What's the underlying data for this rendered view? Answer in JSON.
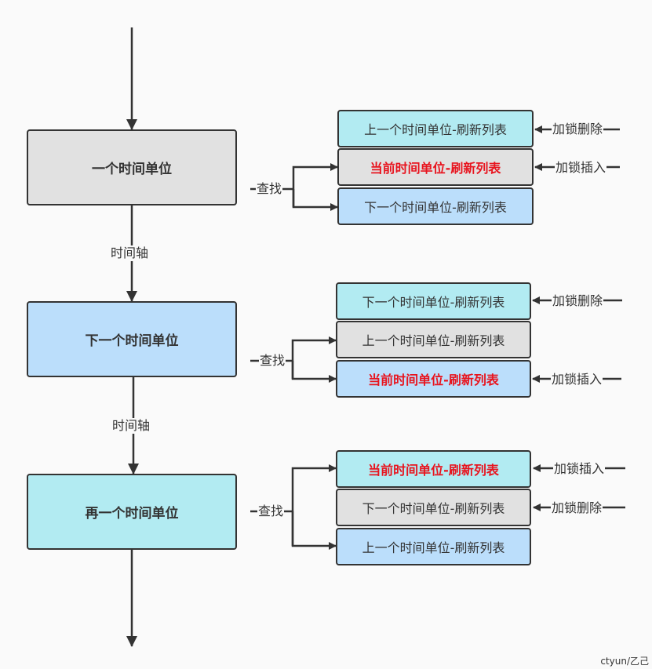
{
  "colors": {
    "gray": "#e1e1e1",
    "cyan": "#b2ebf2",
    "blue": "#bbdefb",
    "highlight": "#e8141e",
    "line": "#333333"
  },
  "units": [
    {
      "label": "一个时间单位",
      "color": "#e1e1e1"
    },
    {
      "label": "下一个时间单位",
      "color": "#bbdefb"
    },
    {
      "label": "再一个时间单位",
      "color": "#b2ebf2"
    }
  ],
  "axis_label": "时间轴",
  "search_label": "查找",
  "groups": [
    {
      "lists": [
        {
          "label": "上一个时间单位-刷新列表",
          "color": "#b2ebf2",
          "current": false,
          "action": "加锁删除"
        },
        {
          "label": "当前时间单位-刷新列表",
          "color": "#e1e1e1",
          "current": true,
          "action": "加锁插入"
        },
        {
          "label": "下一个时间单位-刷新列表",
          "color": "#bbdefb",
          "current": false,
          "action": ""
        }
      ]
    },
    {
      "lists": [
        {
          "label": "下一个时间单位-刷新列表",
          "color": "#b2ebf2",
          "current": false,
          "action": "加锁删除"
        },
        {
          "label": "上一个时间单位-刷新列表",
          "color": "#e1e1e1",
          "current": false,
          "action": ""
        },
        {
          "label": "当前时间单位-刷新列表",
          "color": "#bbdefb",
          "current": true,
          "action": "加锁插入"
        }
      ]
    },
    {
      "lists": [
        {
          "label": "当前时间单位-刷新列表",
          "color": "#b2ebf2",
          "current": true,
          "action": "加锁插入"
        },
        {
          "label": "下一个时间单位-刷新列表",
          "color": "#e1e1e1",
          "current": false,
          "action": "加锁删除"
        },
        {
          "label": "上一个时间单位-刷新列表",
          "color": "#bbdefb",
          "current": false,
          "action": ""
        }
      ]
    }
  ],
  "watermark": "ctyun/乙己"
}
